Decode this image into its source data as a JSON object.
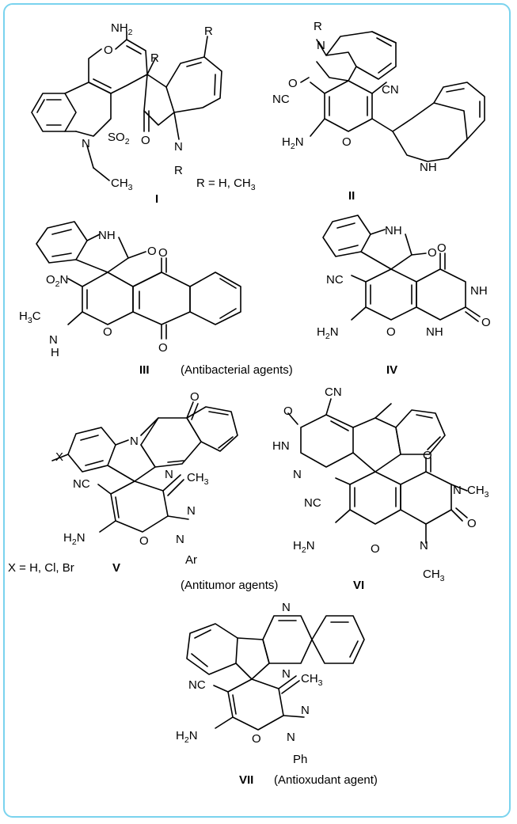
{
  "compounds": [
    {
      "numeral": "I",
      "note": "R = H, CH",
      "note_sub": "3"
    },
    {
      "numeral": "II"
    },
    {
      "numeral": "III"
    },
    {
      "numeral": "IV"
    },
    {
      "numeral": "V",
      "note": "X = H, Cl, Br"
    },
    {
      "numeral": "VI"
    },
    {
      "numeral": "VII"
    }
  ],
  "activity_labels": {
    "antibacterial": "(Antibacterial agents)",
    "antitumor": "(Antitumor agents)",
    "antioxidant": "(Antioxudant agent)"
  },
  "atoms": {
    "NH2": "NH",
    "two": "2",
    "three": "3",
    "O": "O",
    "R": "R",
    "N": "N",
    "SO2": "SO",
    "CH3": "CH",
    "CN": "CN",
    "NC": "NC",
    "H2N": "H",
    "N_after": "N",
    "NH": "NH",
    "O2N": "O",
    "N_suffix": "N",
    "H3C": "H",
    "C": "C",
    "H": "H",
    "HN": "HN",
    "X": "X",
    "Ar": "Ar",
    "Ph": "Ph"
  },
  "colors": {
    "frame": "#7ad3ee",
    "ink": "#000000"
  }
}
